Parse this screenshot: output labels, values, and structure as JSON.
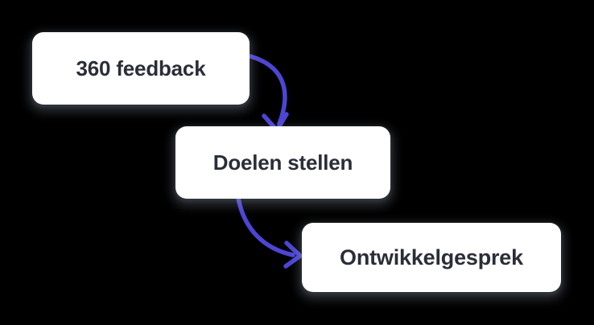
{
  "colors": {
    "background": "#000000",
    "node_background": "#ffffff",
    "node_text": "#2b2e38",
    "arrow": "#4d45d3"
  },
  "diagram": {
    "nodes": [
      {
        "id": "feedback-360",
        "label": "360 feedback"
      },
      {
        "id": "doelen-stellen",
        "label": "Doelen stellen"
      },
      {
        "id": "ontwikkelgesprek",
        "label": "Ontwikkelgesprek"
      }
    ],
    "edges": [
      {
        "from": "360 feedback",
        "to": "Doelen stellen"
      },
      {
        "from": "Doelen stellen",
        "to": "Ontwikkelgesprek"
      }
    ]
  }
}
